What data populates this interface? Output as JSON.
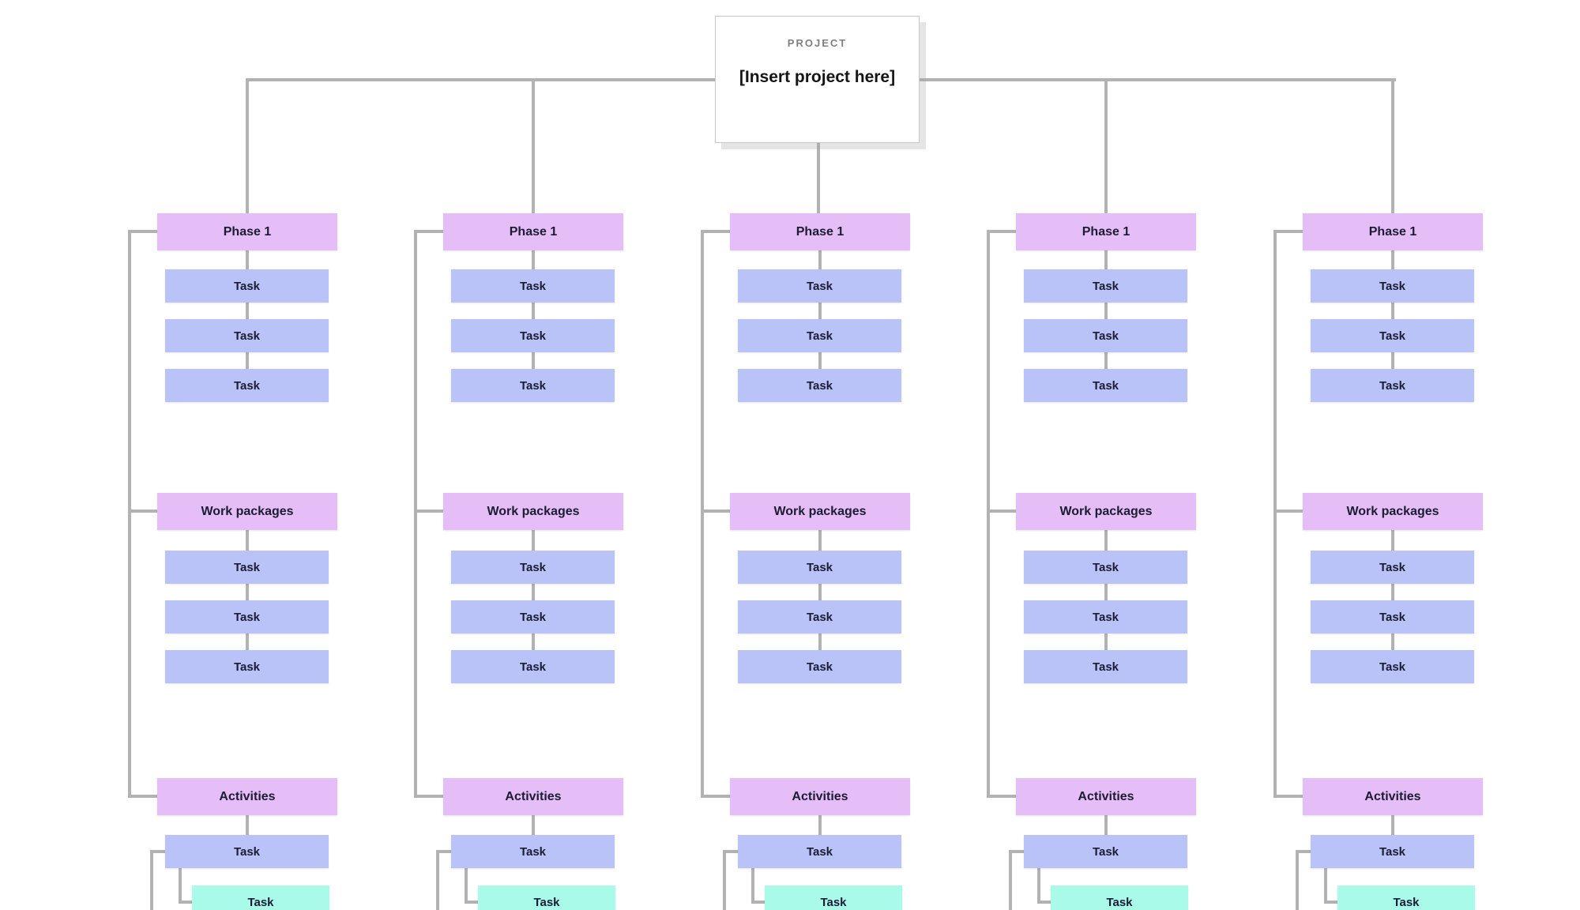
{
  "root": {
    "eyebrow": "PROJECT",
    "title": "[Insert project here]"
  },
  "columns": [
    {
      "sections": [
        {
          "title": "Phase 1",
          "tasks": [
            "Task",
            "Task",
            "Task"
          ]
        },
        {
          "title": "Work packages",
          "tasks": [
            "Task",
            "Task",
            "Task"
          ]
        },
        {
          "title": "Activities",
          "tasks": [
            "Task"
          ],
          "subtasks": [
            "Task"
          ]
        }
      ]
    },
    {
      "sections": [
        {
          "title": "Phase 1",
          "tasks": [
            "Task",
            "Task",
            "Task"
          ]
        },
        {
          "title": "Work packages",
          "tasks": [
            "Task",
            "Task",
            "Task"
          ]
        },
        {
          "title": "Activities",
          "tasks": [
            "Task"
          ],
          "subtasks": [
            "Task"
          ]
        }
      ]
    },
    {
      "sections": [
        {
          "title": "Phase 1",
          "tasks": [
            "Task",
            "Task",
            "Task"
          ]
        },
        {
          "title": "Work packages",
          "tasks": [
            "Task",
            "Task",
            "Task"
          ]
        },
        {
          "title": "Activities",
          "tasks": [
            "Task"
          ],
          "subtasks": [
            "Task"
          ]
        }
      ]
    },
    {
      "sections": [
        {
          "title": "Phase 1",
          "tasks": [
            "Task",
            "Task",
            "Task"
          ]
        },
        {
          "title": "Work packages",
          "tasks": [
            "Task",
            "Task",
            "Task"
          ]
        },
        {
          "title": "Activities",
          "tasks": [
            "Task"
          ],
          "subtasks": [
            "Task"
          ]
        }
      ]
    },
    {
      "sections": [
        {
          "title": "Phase 1",
          "tasks": [
            "Task",
            "Task",
            "Task"
          ]
        },
        {
          "title": "Work packages",
          "tasks": [
            "Task",
            "Task",
            "Task"
          ]
        },
        {
          "title": "Activities",
          "tasks": [
            "Task"
          ],
          "subtasks": [
            "Task"
          ]
        }
      ]
    }
  ],
  "colors": {
    "header_fill": "#e6bef7",
    "task_fill": "#b9c3f8",
    "subtask_fill": "#a9fae9",
    "connector": "#b2b2b2",
    "box_text": "#1b1b33",
    "eyebrow_text": "#7f7f7f"
  }
}
